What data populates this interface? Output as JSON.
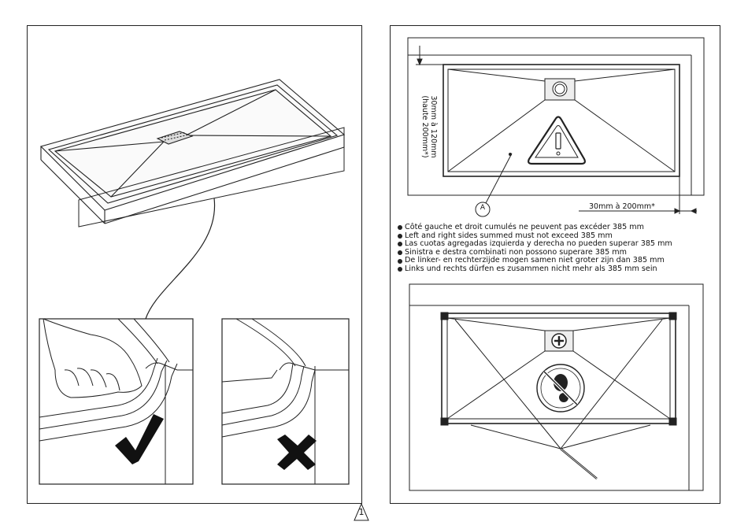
{
  "page": {
    "number": "1"
  },
  "right_panel": {
    "dimension_vertical": "30mm à 120mm",
    "dimension_vertical_note": "(haute 200mm*)",
    "dimension_horizontal": "30mm à 200mm*",
    "callout_label": "A",
    "notes": [
      "Côté gauche et droit cumulés ne peuvent pas excéder 385 mm",
      "Left and right sides summed must not exceed 385 mm",
      "Las cuotas agregadas izquierda y derecha no pueden superar 385 mm",
      "Sinistra e destra combinati non possono superare 385 mm",
      "De linker- en rechterzijde mogen samen niet groter zijn dan 385 mm",
      "Links und rechts dürfen es zusammen nicht mehr als 385 mm sein"
    ]
  },
  "icons": {
    "correct": "checkmark-icon",
    "incorrect": "cross-icon",
    "warning": "warning-triangle-icon",
    "no_step": "no-step-icon",
    "drain": "drain-icon"
  }
}
